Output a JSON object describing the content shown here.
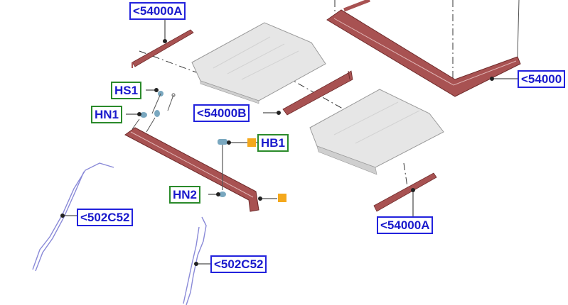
{
  "colors": {
    "blue_border": "#2222dd",
    "green_border": "#2a8a2a",
    "text": "#1a1acc",
    "rail": "#a85252",
    "panel": "#e4e4e4",
    "wire": "#8a8ad8",
    "fastener": "#7aa8c0",
    "marker": "#f4a81c"
  },
  "callouts": {
    "a_top": "<54000A",
    "a_right": "<54000",
    "b_mid": "<54000B",
    "a_bottom": "<54000A",
    "hs1": "HS1",
    "hn1": "HN1",
    "hb1": "HB1",
    "hn2": "HN2",
    "c52_left": "<502C52",
    "c52_bottom": "<502C52"
  }
}
